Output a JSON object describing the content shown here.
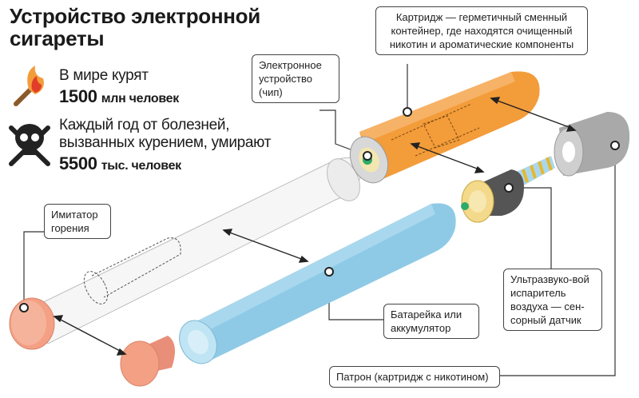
{
  "title": "Устройство электронной сигареты",
  "stats": [
    {
      "icon": "burning-match-icon",
      "text": "В мире курят",
      "value": "1500",
      "unit": "млн человек"
    },
    {
      "icon": "skull-crossbones-icon",
      "text": "Каждый год от болезней, вызванных курением, умирают",
      "value": "5500",
      "unit": "тыс. человек"
    }
  ],
  "labels": {
    "chip": "Электронное устройство (чип)",
    "cartridge": "Картридж — герметичный сменный контейнер, где находятся очищенный никотин и ароматические компоненты",
    "burning": "Имитатор горения",
    "battery": "Батарейка или аккумулятор",
    "vaporizer": "Ультразвуко-вой испаритель воздуха — сен-сорный датчик",
    "holder": "Патрон (картридж с никотином)"
  },
  "colors": {
    "orange": "#f39c3a",
    "blue": "#8ecae6",
    "salmon": "#f4a084",
    "grey": "#b0b0b0"
  }
}
